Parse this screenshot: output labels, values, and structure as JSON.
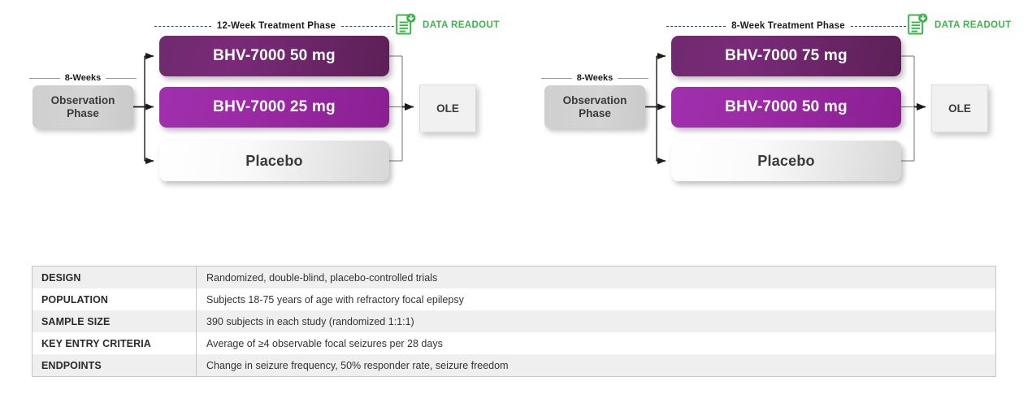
{
  "trials": [
    {
      "id": "trial-1",
      "phase_header": "12-Week Treatment Phase",
      "readout_label": "DATA READOUT",
      "observation_duration": "8-Weeks",
      "observation_label_line1": "Observation",
      "observation_label_line2": "Phase",
      "arms": [
        {
          "label": "BHV-7000 50 mg",
          "style": "dark"
        },
        {
          "label": "BHV-7000 25 mg",
          "style": "bright"
        },
        {
          "label": "Placebo",
          "style": "placebo"
        }
      ],
      "extension_label": "OLE"
    },
    {
      "id": "trial-2",
      "phase_header": "8-Week Treatment Phase",
      "readout_label": "DATA READOUT",
      "observation_duration": "8-Weeks",
      "observation_label_line1": "Observation",
      "observation_label_line2": "Phase",
      "arms": [
        {
          "label": "BHV-7000 75 mg",
          "style": "dark"
        },
        {
          "label": "BHV-7000 50 mg",
          "style": "bright"
        },
        {
          "label": "Placebo",
          "style": "placebo"
        }
      ],
      "extension_label": "OLE"
    }
  ],
  "specs": {
    "rows": [
      {
        "key": "DESIGN",
        "value": "Randomized, double-blind, placebo-controlled trials"
      },
      {
        "key": "POPULATION",
        "value": "Subjects 18-75 years of age with refractory focal epilepsy"
      },
      {
        "key": "SAMPLE SIZE",
        "value": "390 subjects in each study (randomized 1:1:1)"
      },
      {
        "key": "KEY ENTRY CRITERIA",
        "value": "Average of ≥4 observable focal seizures per 28 days"
      },
      {
        "key": "ENDPOINTS",
        "value": "Change in seizure frequency, 50% responder rate, seizure freedom"
      }
    ]
  },
  "colors": {
    "readout_green": "#3cb44a",
    "arm_dark_purple": "#6f2a6d",
    "arm_bright_purple": "#a02fae",
    "phase_dash": "#2f4f77",
    "table_border": "#c6c6c6",
    "table_alt_row": "#efefef"
  },
  "icons": {
    "readout": "document-download-icon"
  }
}
